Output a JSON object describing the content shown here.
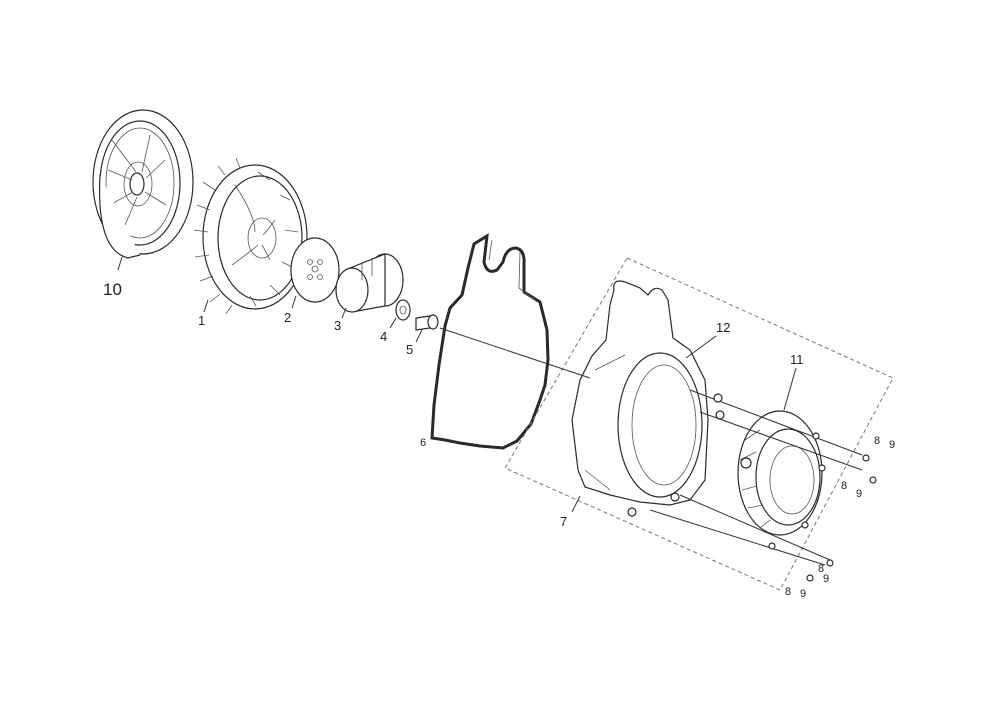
{
  "callouts": [
    {
      "id": "c10",
      "text": "10"
    },
    {
      "id": "c1",
      "text": "1"
    },
    {
      "id": "c2",
      "text": "2"
    },
    {
      "id": "c3",
      "text": "3"
    },
    {
      "id": "c4",
      "text": "4"
    },
    {
      "id": "c5",
      "text": "5"
    },
    {
      "id": "c6",
      "text": "6"
    },
    {
      "id": "c12",
      "text": "12"
    },
    {
      "id": "c11",
      "text": "11"
    },
    {
      "id": "c7",
      "text": "7"
    },
    {
      "id": "c8a",
      "text": "8"
    },
    {
      "id": "c9a",
      "text": "9"
    },
    {
      "id": "c8b",
      "text": "8"
    },
    {
      "id": "c9b",
      "text": "9"
    },
    {
      "id": "c8c",
      "text": "8"
    },
    {
      "id": "c9c",
      "text": "9"
    },
    {
      "id": "c8d",
      "text": "8"
    },
    {
      "id": "c9d",
      "text": "9"
    }
  ],
  "colors": {
    "ink": "#2a2a2a",
    "background": "#ffffff"
  }
}
